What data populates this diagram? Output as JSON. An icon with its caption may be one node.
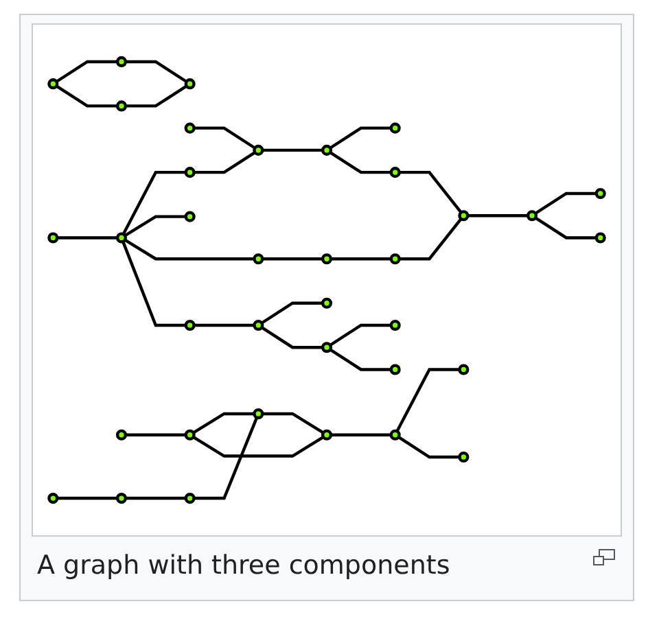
{
  "diagram": {
    "caption": "A graph with three components",
    "nodes": [
      {
        "text": [],
        "shape": "circle"
      },
      {
        "text": [],
        "shape": "circle"
      },
      {
        "text": [],
        "shape": "circle"
      },
      {
        "text": [],
        "shape": "circle"
      },
      {
        "text": [],
        "shape": "circle"
      },
      {
        "text": [],
        "shape": "circle"
      },
      {
        "text": [],
        "shape": "circle"
      },
      {
        "text": [],
        "shape": "circle"
      },
      {
        "text": [],
        "shape": "circle"
      },
      {
        "text": [],
        "shape": "circle"
      },
      {
        "text": [],
        "shape": "circle"
      },
      {
        "text": [],
        "shape": "circle"
      },
      {
        "text": [],
        "shape": "circle"
      },
      {
        "text": [],
        "shape": "circle"
      },
      {
        "text": [],
        "shape": "circle"
      },
      {
        "text": [],
        "shape": "circle"
      },
      {
        "text": [],
        "shape": "circle"
      },
      {
        "text": [],
        "shape": "circle"
      },
      {
        "text": [],
        "shape": "circle"
      },
      {
        "text": [],
        "shape": "circle"
      },
      {
        "text": [],
        "shape": "circle"
      },
      {
        "text": [],
        "shape": "circle"
      },
      {
        "text": [],
        "shape": "circle"
      },
      {
        "text": [],
        "shape": "circle"
      },
      {
        "text": [],
        "shape": "circle"
      },
      {
        "text": [],
        "shape": "circle"
      },
      {
        "text": [],
        "shape": "circle"
      },
      {
        "text": [],
        "shape": "circle"
      },
      {
        "text": [],
        "shape": "circle"
      },
      {
        "text": [],
        "shape": "circle"
      },
      {
        "text": [],
        "shape": "circle"
      },
      {
        "text": [],
        "shape": "circle"
      },
      {
        "text": [],
        "shape": "circle"
      },
      {
        "text": [],
        "shape": "circle"
      },
      {
        "text": [],
        "shape": "circle"
      },
      {
        "text": [],
        "shape": "circle"
      }
    ],
    "edges": [
      {
        "from": 0,
        "to": 1,
        "arrow": "none"
      },
      {
        "from": 0,
        "to": 6,
        "arrow": "none"
      },
      {
        "from": 1,
        "to": 7,
        "arrow": "none"
      },
      {
        "from": 6,
        "to": 7,
        "arrow": "none"
      },
      {
        "from": 5,
        "to": 8,
        "arrow": "none"
      },
      {
        "from": 8,
        "to": 2,
        "arrow": "none"
      },
      {
        "from": 8,
        "to": 12,
        "arrow": "none"
      },
      {
        "from": 8,
        "to": 14,
        "arrow": "none"
      },
      {
        "from": 8,
        "to": 13,
        "arrow": "none"
      },
      {
        "from": 13,
        "to": 18,
        "arrow": "none"
      },
      {
        "from": 18,
        "to": 17,
        "arrow": "none"
      },
      {
        "from": 18,
        "to": 22,
        "arrow": "none"
      },
      {
        "from": 22,
        "to": 23,
        "arrow": "none"
      },
      {
        "from": 22,
        "to": 24,
        "arrow": "none"
      },
      {
        "from": 14,
        "to": 19,
        "arrow": "none"
      },
      {
        "from": 19,
        "to": 15,
        "arrow": "none"
      },
      {
        "from": 15,
        "to": 16,
        "arrow": "none"
      },
      {
        "from": 2,
        "to": 9,
        "arrow": "none"
      },
      {
        "from": 3,
        "to": 9,
        "arrow": "none"
      },
      {
        "from": 9,
        "to": 4,
        "arrow": "none"
      },
      {
        "from": 4,
        "to": 10,
        "arrow": "none"
      },
      {
        "from": 4,
        "to": 11,
        "arrow": "none"
      },
      {
        "from": 11,
        "to": 16,
        "arrow": "none"
      },
      {
        "from": 16,
        "to": 20,
        "arrow": "none"
      },
      {
        "from": 20,
        "to": 21,
        "arrow": "none"
      },
      {
        "from": 20,
        "to": 26,
        "arrow": "none"
      },
      {
        "from": 25,
        "to": 27,
        "arrow": "none"
      },
      {
        "from": 27,
        "to": 33,
        "arrow": "none"
      },
      {
        "from": 27,
        "to": 34,
        "arrow": "none"
      },
      {
        "from": 33,
        "to": 34,
        "arrow": "none"
      },
      {
        "from": 29,
        "to": 32,
        "arrow": "none"
      },
      {
        "from": 32,
        "to": 30,
        "arrow": "none"
      },
      {
        "from": 30,
        "to": 33,
        "arrow": "none"
      },
      {
        "from": 34,
        "to": 31,
        "arrow": "none"
      },
      {
        "from": 31,
        "to": 28,
        "arrow": "none"
      },
      {
        "from": 31,
        "to": 35,
        "arrow": "none"
      }
    ]
  }
}
